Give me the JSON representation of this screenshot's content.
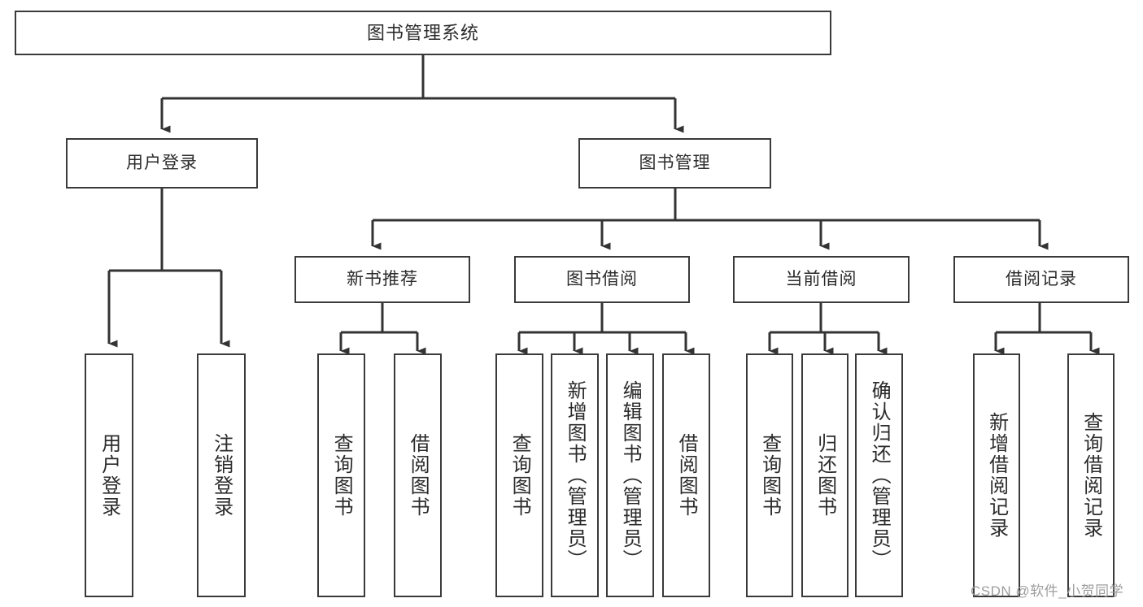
{
  "diagram": {
    "type": "tree-hierarchy-diagram",
    "title": "图书管理系统",
    "nodes": {
      "root": {
        "label": "图书管理系统"
      },
      "level2": [
        {
          "label": "用户登录"
        },
        {
          "label": "图书管理"
        }
      ],
      "level3": [
        {
          "label": "新书推荐"
        },
        {
          "label": "图书借阅"
        },
        {
          "label": "当前借阅"
        },
        {
          "label": "借阅记录"
        }
      ],
      "leaves": [
        {
          "label": "用户登录"
        },
        {
          "label": "注销登录"
        },
        {
          "label": "查询图书"
        },
        {
          "label": "借阅图书"
        },
        {
          "label": "查询图书"
        },
        {
          "label": "新增图书（管理员）"
        },
        {
          "label": "编辑图书（管理员）"
        },
        {
          "label": "借阅图书"
        },
        {
          "label": "查询图书"
        },
        {
          "label": "归还图书"
        },
        {
          "label": "确认归还（管理员）"
        },
        {
          "label": "新增借阅记录"
        },
        {
          "label": "查询借阅记录"
        }
      ]
    },
    "edges": [
      {
        "from": "图书管理系统",
        "to": "用户登录"
      },
      {
        "from": "图书管理系统",
        "to": "图书管理"
      },
      {
        "from": "用户登录",
        "to": "用户登录"
      },
      {
        "from": "用户登录",
        "to": "注销登录"
      },
      {
        "from": "图书管理",
        "to": "新书推荐"
      },
      {
        "from": "图书管理",
        "to": "图书借阅"
      },
      {
        "from": "图书管理",
        "to": "当前借阅"
      },
      {
        "from": "图书管理",
        "to": "借阅记录"
      },
      {
        "from": "新书推荐",
        "to": "查询图书"
      },
      {
        "from": "新书推荐",
        "to": "借阅图书"
      },
      {
        "from": "图书借阅",
        "to": "查询图书"
      },
      {
        "from": "图书借阅",
        "to": "新增图书（管理员）"
      },
      {
        "from": "图书借阅",
        "to": "编辑图书（管理员）"
      },
      {
        "from": "图书借阅",
        "to": "借阅图书"
      },
      {
        "from": "当前借阅",
        "to": "查询图书"
      },
      {
        "from": "当前借阅",
        "to": "归还图书"
      },
      {
        "from": "当前借阅",
        "to": "确认归还（管理员）"
      },
      {
        "from": "借阅记录",
        "to": "新增借阅记录"
      },
      {
        "from": "借阅记录",
        "to": "查询借阅记录"
      }
    ],
    "colors": {
      "background": "#ffffff",
      "box_border": "#3a3a3a",
      "box_fill": "#ffffff",
      "text": "#2b2b2b",
      "connector": "#333333",
      "watermark": "#9d9d9d"
    }
  },
  "watermark": {
    "text": "CSDN @软件_小贺同学"
  }
}
